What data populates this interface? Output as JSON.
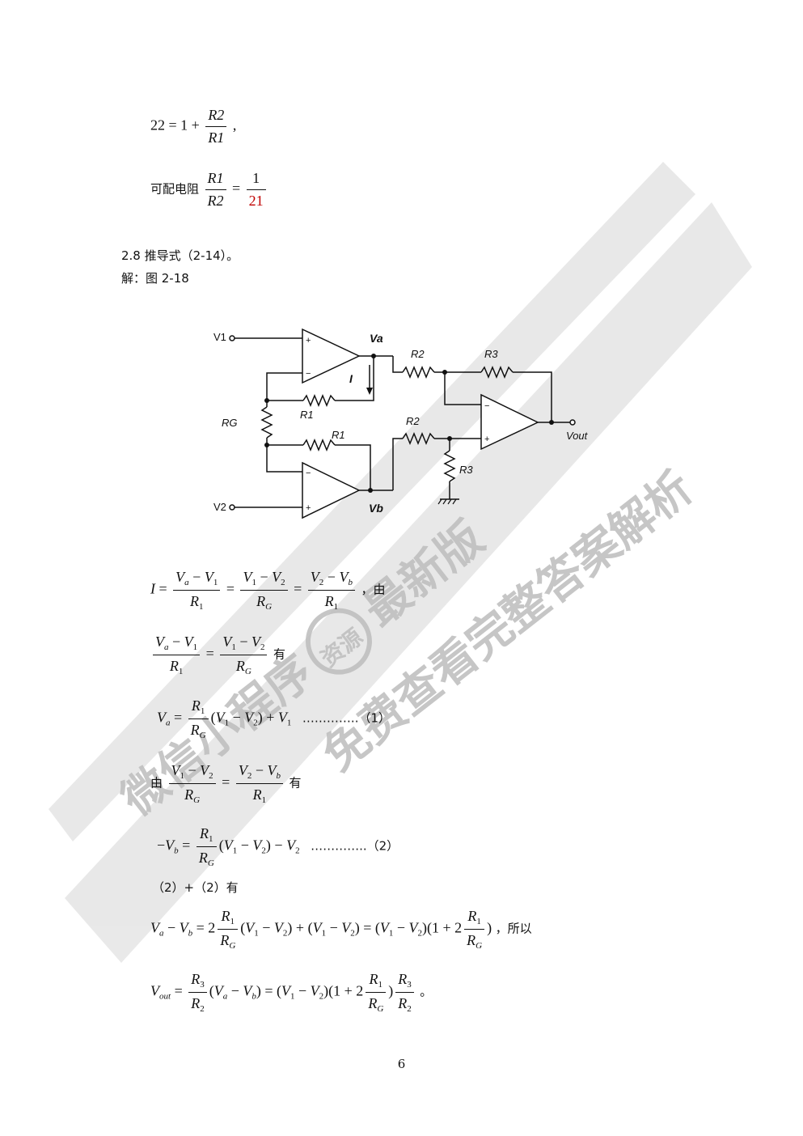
{
  "header_eq": {
    "lhs": "22 = 1 +",
    "num": "R2",
    "den": "R1",
    "tail": ","
  },
  "config": {
    "prefix": "可配电阻",
    "num": "R1",
    "den": "R2",
    "eq": "=",
    "rnum": "1",
    "rden": "21"
  },
  "problem": {
    "title": "2.8  推导式（2-14）。",
    "solution": "解：图 2-18"
  },
  "circuit": {
    "labels": {
      "v1": "V1",
      "v2": "V2",
      "va": "Va",
      "vb": "Vb",
      "i": "I",
      "r2_top": "R2",
      "r3_top": "R3",
      "r1_top": "R1",
      "r1_bot": "R1",
      "rg": "RG",
      "r2_bot": "R2",
      "r3_bot": "R3",
      "vout": "Vout",
      "plus": "+",
      "minus": "−"
    }
  },
  "eqs": {
    "e1_suffix": "，由",
    "e2_suffix": "有",
    "e3_dots": "…………..（1）",
    "e4_prefix": "由",
    "e4_suffix": "有",
    "e5_dots": "…………..（2）",
    "sum_line": "（2）+（2）有",
    "e6_suffix": "，所以",
    "e7_suffix": "。"
  },
  "page_number": "6",
  "watermark": {
    "line1": "微信小程序",
    "badge": "资源",
    "line1b": "最新版",
    "line2": "免费查看完整答案解析"
  }
}
